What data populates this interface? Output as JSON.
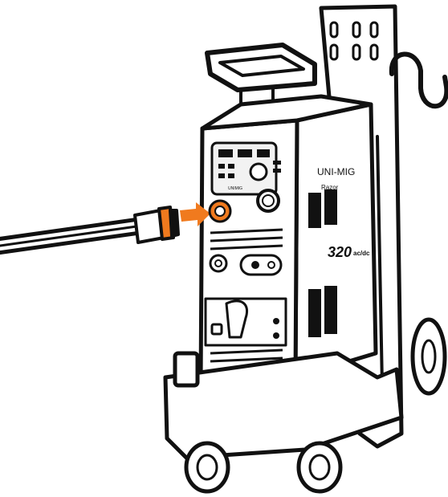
{
  "illustration": {
    "brand_text": "UNI‑MIG",
    "model_line_small": "Razor",
    "model_number": "320",
    "model_suffix": "ac/dc",
    "panel_brand": "UNIMIG",
    "callout": "connect-torch-to-front-socket"
  },
  "colors": {
    "outline": "#111111",
    "body": "#ffffff",
    "accent": "#f07a1e",
    "panel": "#f2f2f2"
  },
  "icons": {
    "arrow": "orange-arrow-icon",
    "socket": "torch-socket-icon"
  }
}
